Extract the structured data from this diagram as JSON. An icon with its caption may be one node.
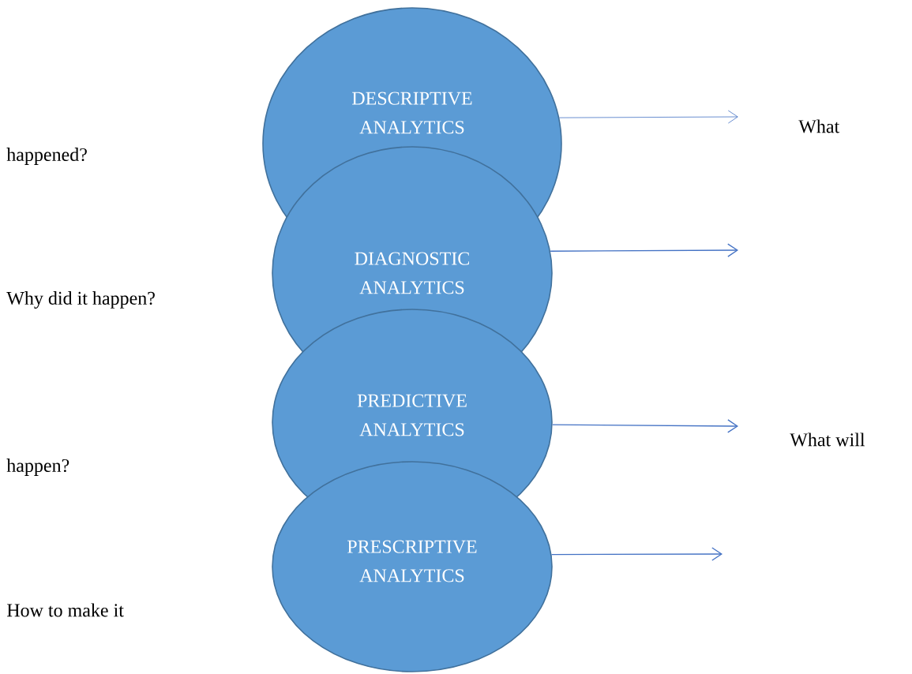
{
  "diagram": {
    "nodes": [
      {
        "text": [
          "DESCRIPTIVE ANALYTICS"
        ]
      },
      {
        "text": [
          "DIAGNOSTIC ANALYTICS"
        ]
      },
      {
        "text": [
          "PREDICTIVE ANALYTICS"
        ]
      },
      {
        "text": [
          "PRESCRIPTIVE ANALYTICS"
        ]
      }
    ],
    "edges": [
      {
        "from": 0,
        "to": null,
        "arrow": "to"
      },
      {
        "from": 1,
        "to": null,
        "arrow": "to"
      },
      {
        "from": 2,
        "to": null,
        "arrow": "to"
      },
      {
        "from": 3,
        "to": null,
        "arrow": "to"
      }
    ],
    "labels": [
      "What",
      "happened?",
      "Why did it happen?",
      "What will",
      "happen?",
      "How to make it"
    ]
  }
}
